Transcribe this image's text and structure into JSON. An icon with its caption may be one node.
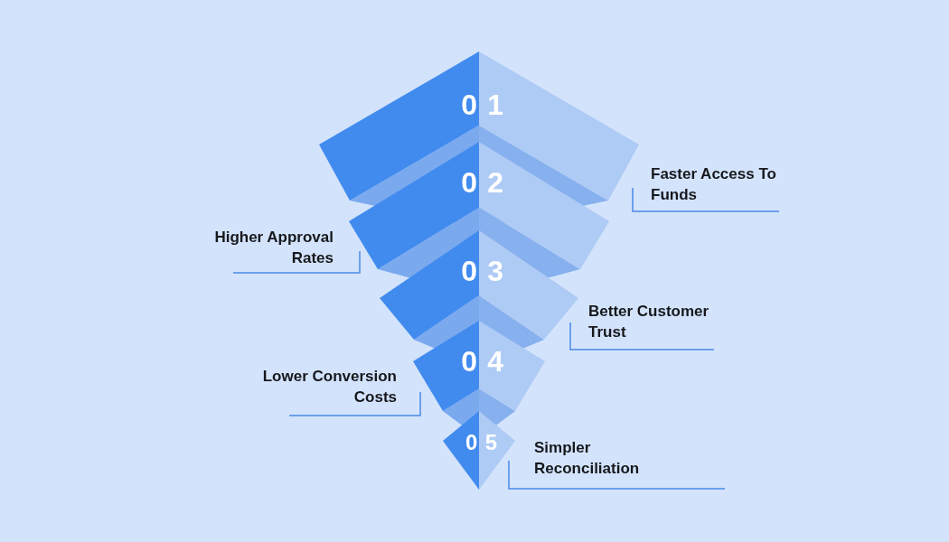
{
  "diagram": {
    "nodes": [
      {
        "text": [
          "01"
        ],
        "beside": [
          "Faster Access To Funds"
        ]
      },
      {
        "text": [
          "02"
        ],
        "beside": [
          "Higher Approval Rates"
        ]
      },
      {
        "text": [
          "03"
        ],
        "beside": [
          "Better Customer Trust"
        ]
      },
      {
        "text": [
          "04"
        ],
        "beside": [
          "Lower Conversion Costs"
        ]
      },
      {
        "text": [
          "05"
        ],
        "beside": [
          "Simpler Reconciliation"
        ]
      }
    ]
  }
}
